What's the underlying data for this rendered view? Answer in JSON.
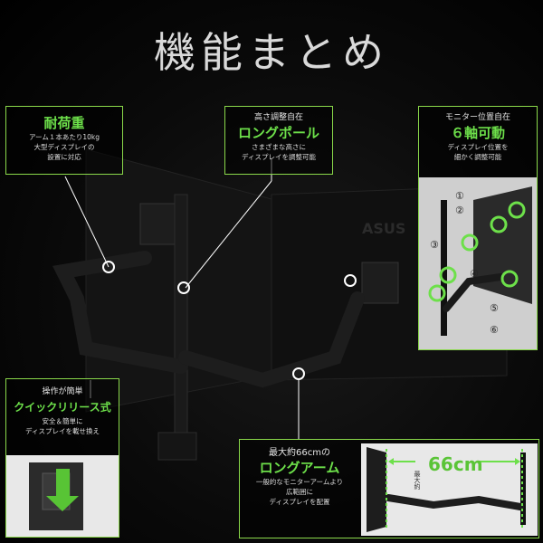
{
  "title": "機能まとめ",
  "callouts": {
    "weight": {
      "heading": "耐荷重",
      "desc_line1": "アーム１本あたり10kg",
      "desc_line2": "大型ディスプレイの",
      "desc_line3": "設置に対応"
    },
    "height": {
      "small": "高さ調整自在",
      "heading": "ロングポール",
      "desc_line1": "さまざまな高さに",
      "desc_line2": "ディスプレイを調整可能"
    },
    "axis": {
      "small": "モニター位置自在",
      "heading": "６軸可動",
      "desc_line1": "ディスプレイ位置を",
      "desc_line2": "細かく調整可能",
      "labels": [
        "①",
        "②",
        "③",
        "④",
        "⑤",
        "⑥"
      ]
    },
    "quick": {
      "small": "操作が簡単",
      "heading": "クイックリリース式",
      "desc_line1": "安全＆簡単に",
      "desc_line2": "ディスプレイを載せ換え"
    },
    "long_arm": {
      "small": "最大約66cmの",
      "heading": "ロングアーム",
      "desc_line1": "一般的なモニターアームより",
      "desc_line2": "広範囲に",
      "desc_line3": "ディスプレイを配置",
      "measure_label": "最大約",
      "measure_value": "66cm"
    }
  },
  "brand_text": "ASUS",
  "colors": {
    "accent": "#6de04a",
    "border": "#8ad94a",
    "arm": "#1b1b1b",
    "monitor": "#111111"
  }
}
